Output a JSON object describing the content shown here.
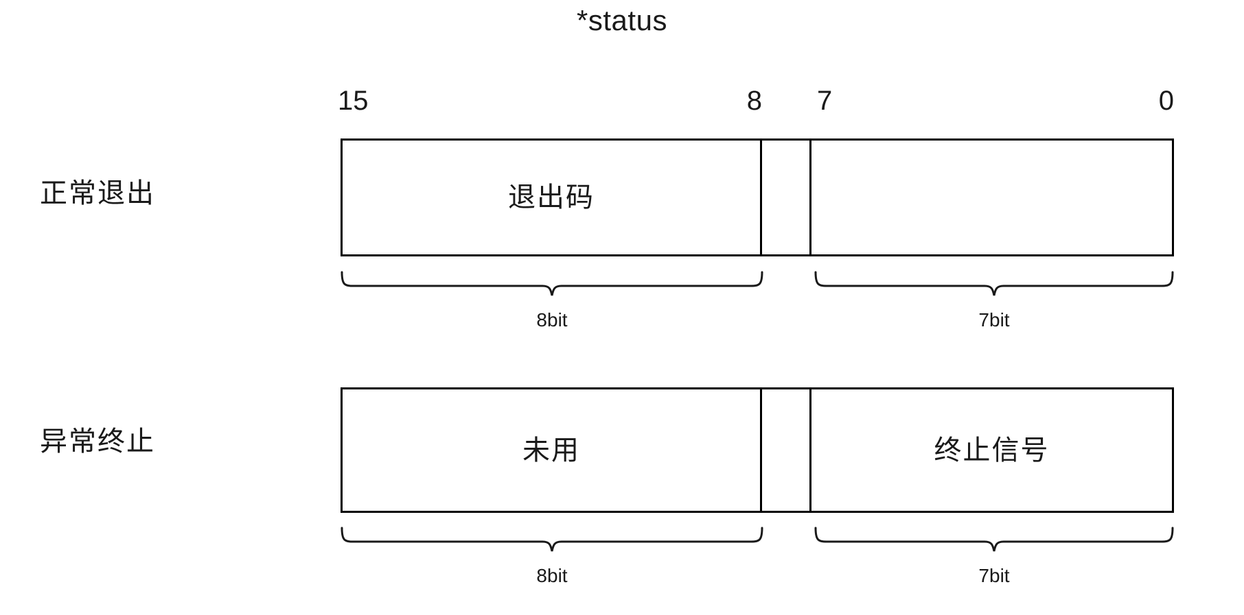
{
  "diagram": {
    "title": "*status",
    "bit_ruler": {
      "high_msb": "15",
      "high_lsb": "8",
      "low_msb": "7",
      "low_lsb": "0"
    },
    "rows": [
      {
        "label": "正常退出",
        "high_field": "退出码",
        "mid_field": "",
        "low_field": "",
        "high_width_caption": "8bit",
        "low_width_caption": "7bit"
      },
      {
        "label": "异常终止",
        "high_field": "未用",
        "mid_field": "",
        "low_field": "终止信号",
        "high_width_caption": "8bit",
        "low_width_caption": "7bit"
      }
    ],
    "colors": {
      "stroke": "#000000",
      "text": "#1a1a1a",
      "background": "#ffffff"
    }
  }
}
